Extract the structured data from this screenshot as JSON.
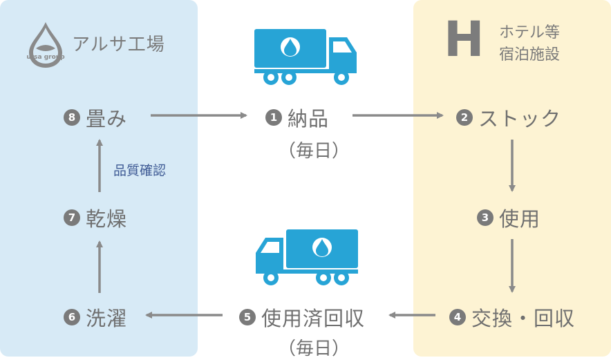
{
  "factory": {
    "logo_text": "ursa group",
    "name": "アルサ工場"
  },
  "hotel": {
    "icon_letter": "H",
    "name_line1": "ホテル等",
    "name_line2": "宿泊施設"
  },
  "steps": [
    {
      "num": "1",
      "label": "納品",
      "sub": "（毎日）"
    },
    {
      "num": "2",
      "label": "ストック"
    },
    {
      "num": "3",
      "label": "使用"
    },
    {
      "num": "4",
      "label": "交換・回収"
    },
    {
      "num": "5",
      "label": "使用済回収",
      "sub": "（毎日）"
    },
    {
      "num": "6",
      "label": "洗濯"
    },
    {
      "num": "7",
      "label": "乾燥"
    },
    {
      "num": "8",
      "label": "畳み"
    }
  ],
  "quality_check": "品質確認",
  "colors": {
    "factory_bg": "#d7eaf6",
    "hotel_bg": "#fdf3d3",
    "truck": "#27a4d6",
    "arrow": "#8a8a8a",
    "qc_text": "#3f5b95"
  },
  "icons": [
    "water-drop-logo",
    "truck-icon-right",
    "truck-icon-left"
  ]
}
